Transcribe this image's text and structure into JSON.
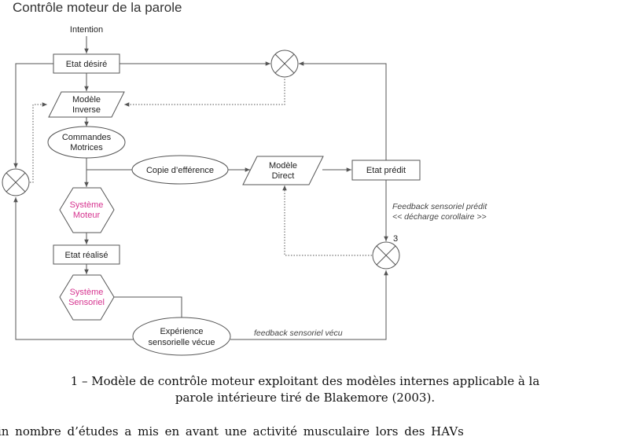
{
  "diagram": {
    "title": "Contrôle moteur de la parole",
    "nodes": {
      "intention": "Intention",
      "etat_desire": "Etat désiré",
      "modele_inverse_1": "Modèle",
      "modele_inverse_2": "Inverse",
      "commandes_1": "Commandes",
      "commandes_2": "Motrices",
      "copie": "Copie d’efférence",
      "modele_direct_1": "Modèle",
      "modele_direct_2": "Direct",
      "etat_predit": "Etat prédit",
      "systeme_moteur_1": "Système",
      "systeme_moteur_2": "Moteur",
      "etat_realise": "Etat réalisé",
      "systeme_sensoriel_1": "Système",
      "systeme_sensoriel_2": "Sensoriel",
      "experience_1": "Expérience",
      "experience_2": "sensorielle vécue"
    },
    "annotations": {
      "feedback_predit_1": "Feedback sensoriel prédit",
      "feedback_predit_2": "<< décharge corollaire >>",
      "feedback_vecu": "feedback sensoriel vécu",
      "comparator_number": "3"
    },
    "colors": {
      "line": "#555555",
      "system_text": "#d6338f"
    }
  },
  "caption": {
    "line1": "1 – Modèle de contrôle moteur exploitant des modèles internes applicable à la",
    "line2": "parole intérieure tiré de Blakemore (2003)."
  },
  "body_text": "ain nombre d’études a mis en avant une activité musculaire lors des HAVs"
}
